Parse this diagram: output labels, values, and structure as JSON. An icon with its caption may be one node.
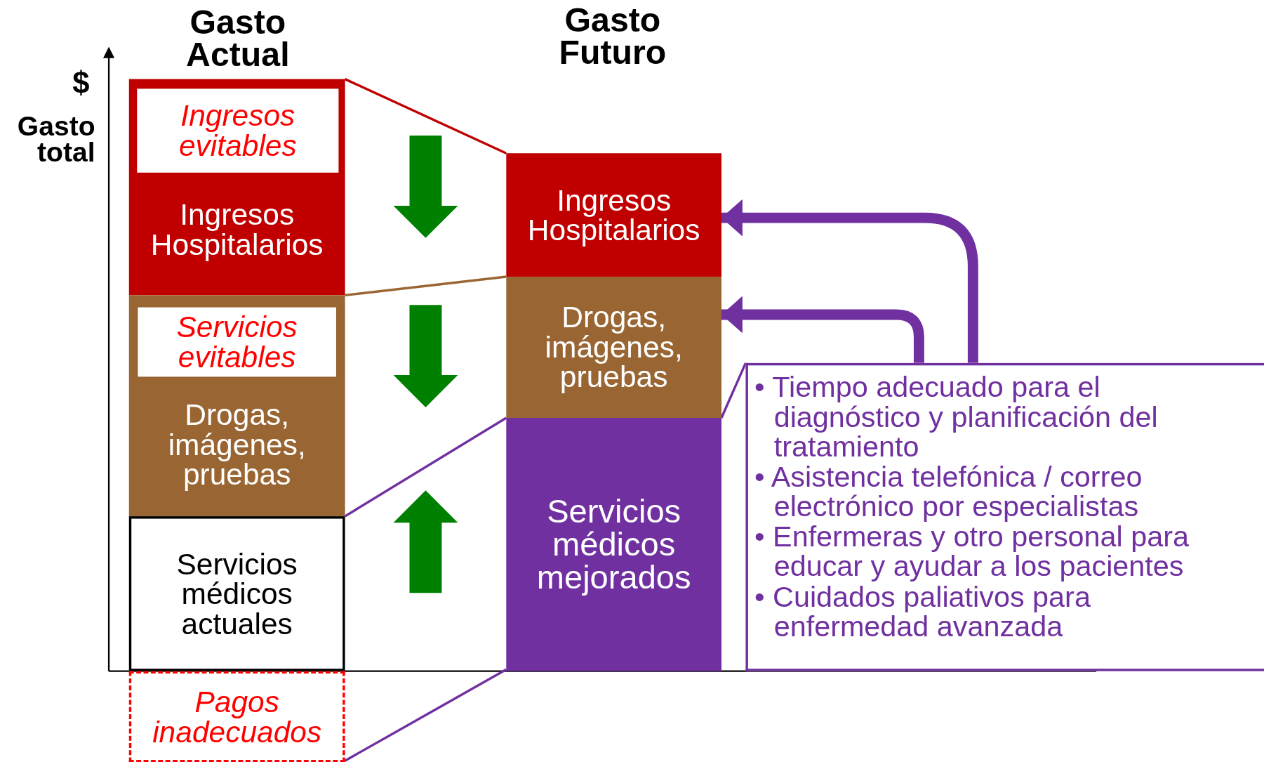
{
  "diagram": {
    "nodes": [
      {
        "text": [
          "Ingresos Hospitalarios"
        ]
      },
      {
        "text": [
          "Ingresos evitables"
        ],
        "in": 0
      },
      {
        "text": [
          "Drogas, imágenes, pruebas"
        ]
      },
      {
        "text": [
          "Servicios evitables"
        ],
        "in": 2
      },
      {
        "text": [
          "Servicios médicos actuales"
        ]
      },
      {
        "text": [
          "Pagos inadecuados"
        ]
      },
      {
        "text": [
          "Ingresos Hospitalarios"
        ]
      },
      {
        "text": [
          "Drogas, imágenes, pruebas"
        ]
      },
      {
        "text": [
          "Servicios médicos mejorados"
        ]
      },
      {
        "text": [
          "• Tiempo adecuado para el diagnóstico y planificación del tratamiento",
          "• Asistencia telefónica / correo electrónico por especialistas",
          "• Enfermeras y otro personal para educar y ayudar a los pacientes",
          "• Cuidados paliativos para enfermedad avanzada"
        ]
      }
    ],
    "edges": [
      {
        "from": 9,
        "to": 6,
        "arrow": "to",
        "style": "thick",
        "color": "#7030a0"
      },
      {
        "from": 9,
        "to": 7,
        "arrow": "to",
        "style": "thick",
        "color": "#7030a0"
      },
      {
        "from": 0,
        "to": 6,
        "arrow": "none",
        "color": "#c00000"
      },
      {
        "from": 2,
        "to": 7,
        "arrow": "none",
        "color": "#996633"
      },
      {
        "from": 4,
        "to": 8,
        "arrow": "none",
        "color": "#7030a0"
      },
      {
        "from": 5,
        "to": 8,
        "arrow": "none",
        "color": "#7030a0"
      },
      {
        "from": 8,
        "to": 9,
        "arrow": "none",
        "color": "#7030a0"
      }
    ],
    "labels": [
      "Gasto Actual",
      "Gasto Futuro",
      "$",
      "Gasto total"
    ]
  }
}
